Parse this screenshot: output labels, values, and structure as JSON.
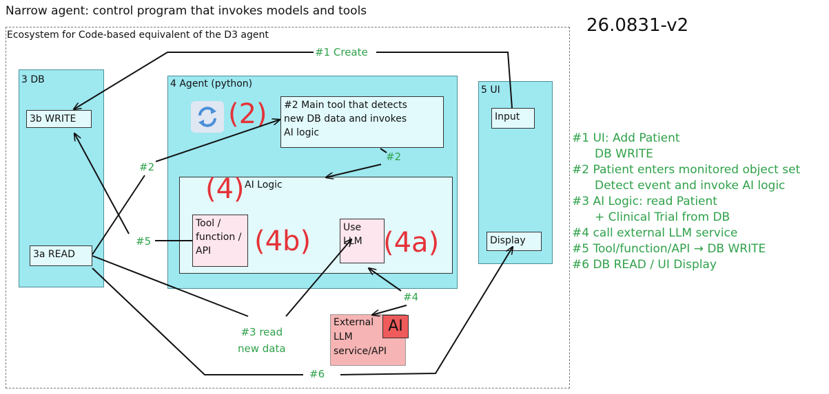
{
  "header": {
    "title": "Narrow agent: control program that invokes models and tools"
  },
  "version": "26.0831-v2",
  "ecosystem": {
    "label": "Ecosystem for Code-based equivalent of the D3 agent"
  },
  "panels": {
    "db": {
      "label": "3 DB",
      "write": "3b WRITE",
      "read": "3a READ"
    },
    "agent": {
      "label": "4 Agent (python)",
      "main_tool": [
        "#2 Main tool that detects",
        "new DB data and invokes",
        "AI logic"
      ],
      "ai_logic": {
        "label": "AI Logic",
        "tool": [
          "Tool /",
          "function /",
          "API"
        ],
        "llm": [
          "Use",
          "LLM"
        ]
      }
    },
    "ui": {
      "label": "5 UI",
      "input": "Input",
      "display": "Display"
    }
  },
  "markers": {
    "m2": "(2)",
    "m4": "(4)",
    "m4b": "(4b)",
    "m4a": "(4a)"
  },
  "external": {
    "lines": [
      "External",
      "LLM",
      "service/API"
    ],
    "badge": "AI"
  },
  "edge_labels": {
    "create": "#1 Create",
    "e2_left": "#2",
    "e2_right": "#2",
    "e5": "#5",
    "e3": [
      "#3 read",
      "new data"
    ],
    "e4": "#4",
    "e6": "#6"
  },
  "legend": [
    "#1 UI: Add Patient",
    "DB WRITE",
    "#2 Patient enters monitored object set",
    "Detect event and invoke AI logic",
    "#3 AI Logic: read Patient",
    "+ Clinical Trial from DB",
    "#4 call external LLM service",
    "#5 Tool/function/API → DB WRITE",
    "#6 DB READ / UI Display"
  ],
  "colors": {
    "panel": "#9ee8f0",
    "box": "#e2fafc",
    "pink": "#fde6ee",
    "accent_red": "#e53238",
    "edge_label_green": "#2fa14a",
    "external": "#f6b4b4"
  }
}
